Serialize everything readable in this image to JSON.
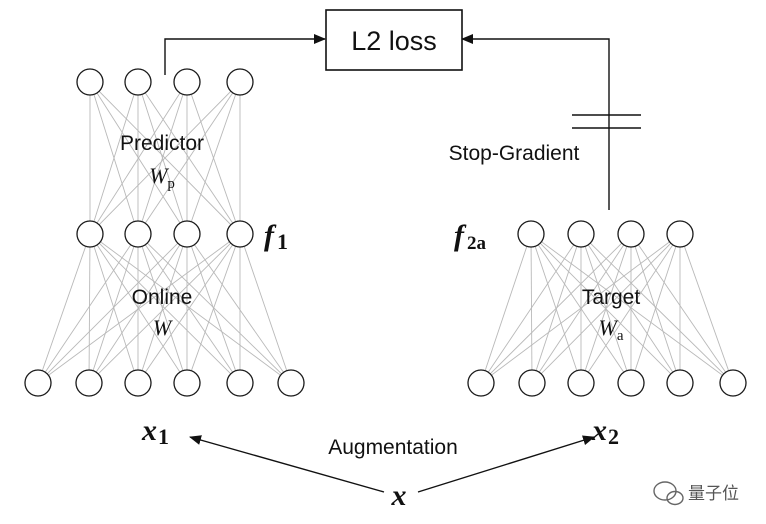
{
  "diagram": {
    "loss_label": "L2 loss",
    "stop_gradient_label": "Stop-Gradient",
    "augmentation_label": "Augmentation",
    "left_network": {
      "predictor_label": "Predictor",
      "predictor_weight": "W",
      "predictor_weight_sub": "p",
      "online_label": "Online",
      "online_weight": "W",
      "feature_label": "f",
      "feature_sub": "1",
      "input_label": "x",
      "input_sub": "1"
    },
    "right_network": {
      "target_label": "Target",
      "target_weight": "W",
      "target_weight_sub": "a",
      "feature_label": "f",
      "feature_sub": "2a",
      "input_label": "x",
      "input_sub": "2"
    },
    "source_label": "x",
    "watermark": "量子位"
  }
}
